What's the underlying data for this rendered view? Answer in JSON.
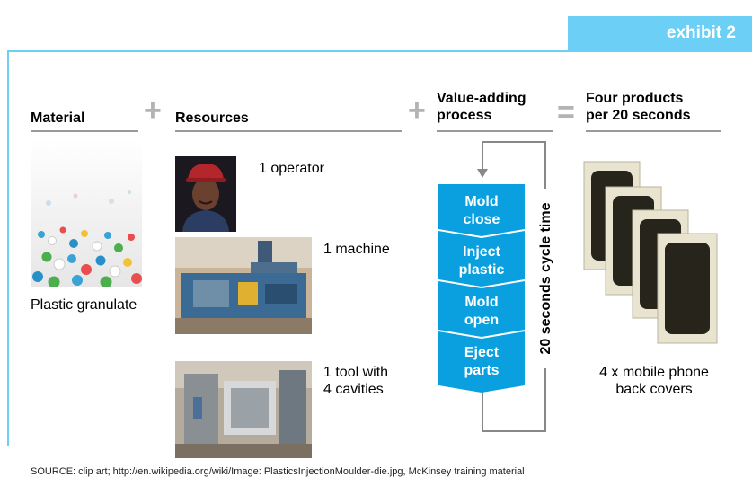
{
  "exhibit_tab": "exhibit 2",
  "headers": {
    "material": "Material",
    "resources": "Resources",
    "process_line1": "Value-adding",
    "process_line2": "process",
    "products_line1": "Four products",
    "products_line2": "per 20 seconds"
  },
  "operators": {
    "plus1": "+",
    "plus2": "+",
    "equals": "="
  },
  "material_label": "Plastic granulate",
  "resources": [
    {
      "label_line1": "1 operator",
      "label_line2": ""
    },
    {
      "label_line1": "1 machine",
      "label_line2": ""
    },
    {
      "label_line1": "1 tool with",
      "label_line2": "4 cavities"
    }
  ],
  "process_steps": [
    {
      "line1": "Mold",
      "line2": "close"
    },
    {
      "line1": "Inject",
      "line2": "plastic"
    },
    {
      "line1": "Mold",
      "line2": "open"
    },
    {
      "line1": "Eject",
      "line2": "parts"
    }
  ],
  "cycle_time_label": "20 seconds cycle time",
  "product_label_line1": "4 x mobile phone",
  "product_label_line2": "back covers",
  "source_text": "SOURCE: clip art; http://en.wikipedia.org/wiki/Image: PlasticsInjectionMoulder-die.jpg, McKinsey training material",
  "colors": {
    "accent_tab": "#6ccff6",
    "process_blue": "#0aa0e0",
    "rule_gray": "#9a9a9a",
    "operator_gray": "#b3b3b3"
  }
}
